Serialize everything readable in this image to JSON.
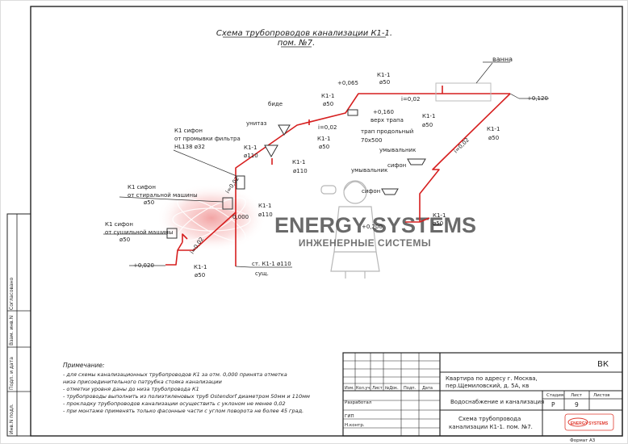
{
  "sheet": {
    "title_line1": "Схема трубопроводов канализации К1-1.",
    "title_line2": "пом. №7.",
    "format_label": "Формат",
    "format_value": "А3"
  },
  "labels": {
    "vanna": "ванна",
    "elev_0065": "+0,065",
    "k11_top_a": "К1-1",
    "d50_top_a": "ø50",
    "i002_top": "i=0,02",
    "elev_0120": "+0,120",
    "bide": "биде",
    "k11_top_b": "К1-1",
    "d50_top_b": "ø50",
    "elev_0160": "+0,160",
    "trap_verkh": "верх трапа",
    "trap_prod": "трап продольный",
    "trap_size": "70х500",
    "k11_right_a": "К1-1",
    "d50_right_a": "ø50",
    "i002_right": "i=0,02",
    "k11_right_b": "К1-1",
    "d50_right_b": "ø50",
    "k1_sifon_filter_1": "К1  сифон",
    "k1_sifon_filter_2": "от промывки фильтра",
    "k1_sifon_filter_3": "HL138  ø32",
    "unitaz": "унитаз",
    "i002_mid": "i=0,02",
    "k11_mid_a": "К1-1",
    "d50_mid_a": "ø50",
    "umyvalnik_1": "умывальник",
    "k11_mid_b": "К1-1",
    "d110_mid_b": "ø110",
    "k11_mid_c": "К1-1",
    "d110_mid_c": "ø110",
    "sifon_1": "сифон",
    "umyvalnik_2": "умывальник",
    "k1_sifon_wash_1": "К1  сифон",
    "k1_sifon_wash_2": "от стиральной машины",
    "d50_wash": "ø50",
    "i002_left": "i=0,02",
    "sifon_2": "сифон",
    "k11_mid_d": "К1-1",
    "d110_mid_d": "ø110",
    "elev_0000": "0,000",
    "k11_right_c": "К1-1",
    "d50_right_c": "ø50",
    "elev_0200": "+0,200",
    "k1_sifon_dry_1": "К1  сифон",
    "k1_sifon_dry_2": "от сушильной машины",
    "d50_dry": "ø50",
    "i002_low": "i=0,02",
    "elev_0020": "+0,020",
    "k11_low": "К1-1",
    "d50_low": "ø50",
    "st_k11": "ст. К1-1  ø110",
    "sushch": "сущ."
  },
  "watermark": {
    "brand": "ENERGY SYSTEMS",
    "tagline": "ИНЖЕНЕРНЫЕ СИСТЕМЫ"
  },
  "notes": {
    "heading": "Примечание:",
    "lines": [
      "- для схемы канализационных трубопроводов К1 за отм. 0,000 принята отметка",
      "  низа присоединительного патрубка стояка канализации",
      "- отметки уровня даны до низа трубопровода К1",
      "- трубопроводы выполнить из полиэтиленовых труб Ostendorf диаметром 50мм и 110мм",
      "- прокладку трубопроводов канализации осуществить с уклоном не менее 0,02",
      "- при монтаже применять только фасонные части с углом поворота не более 45 град."
    ]
  },
  "side_stamp": {
    "soglasovano": "Согласовано",
    "vzam_inv": "Взам. инв.N",
    "podp_data": "Подп. и дата",
    "inv_podl": "Инв.N подл."
  },
  "title_block": {
    "code": "ВК",
    "header_cells": [
      "Изм.",
      "Кол.уч.",
      "Лист",
      "№Док.",
      "Подп.",
      "Дата"
    ],
    "roles": [
      "Разработал",
      "ГИП",
      "Н.контр."
    ],
    "address": "Квартира по адресу  г. Москва,\nпер.Щемиловский, д. 5А, кв",
    "address_1": "Квартира по адресу  г. Москва,",
    "address_2": "пер.Щемиловский, д. 5А, кв",
    "section": "Водоснабжение и канализация",
    "stage_label": "Стадия",
    "stage_value": "Р",
    "sheet_label": "Лист",
    "sheet_value": "9",
    "sheets_label": "Листов",
    "sheets_value": "",
    "drawing_1": "Схема трубопровода",
    "drawing_2": "канализации К1-1.  пом. №7.",
    "logo_text": "ENERGY SYSTEMS"
  },
  "colors": {
    "pipe": "#d61f1f",
    "frame": "#222222",
    "watermark_text": "#4a4a4a",
    "watermark_red": "#e85a5a",
    "logo": "#e03a2f"
  }
}
